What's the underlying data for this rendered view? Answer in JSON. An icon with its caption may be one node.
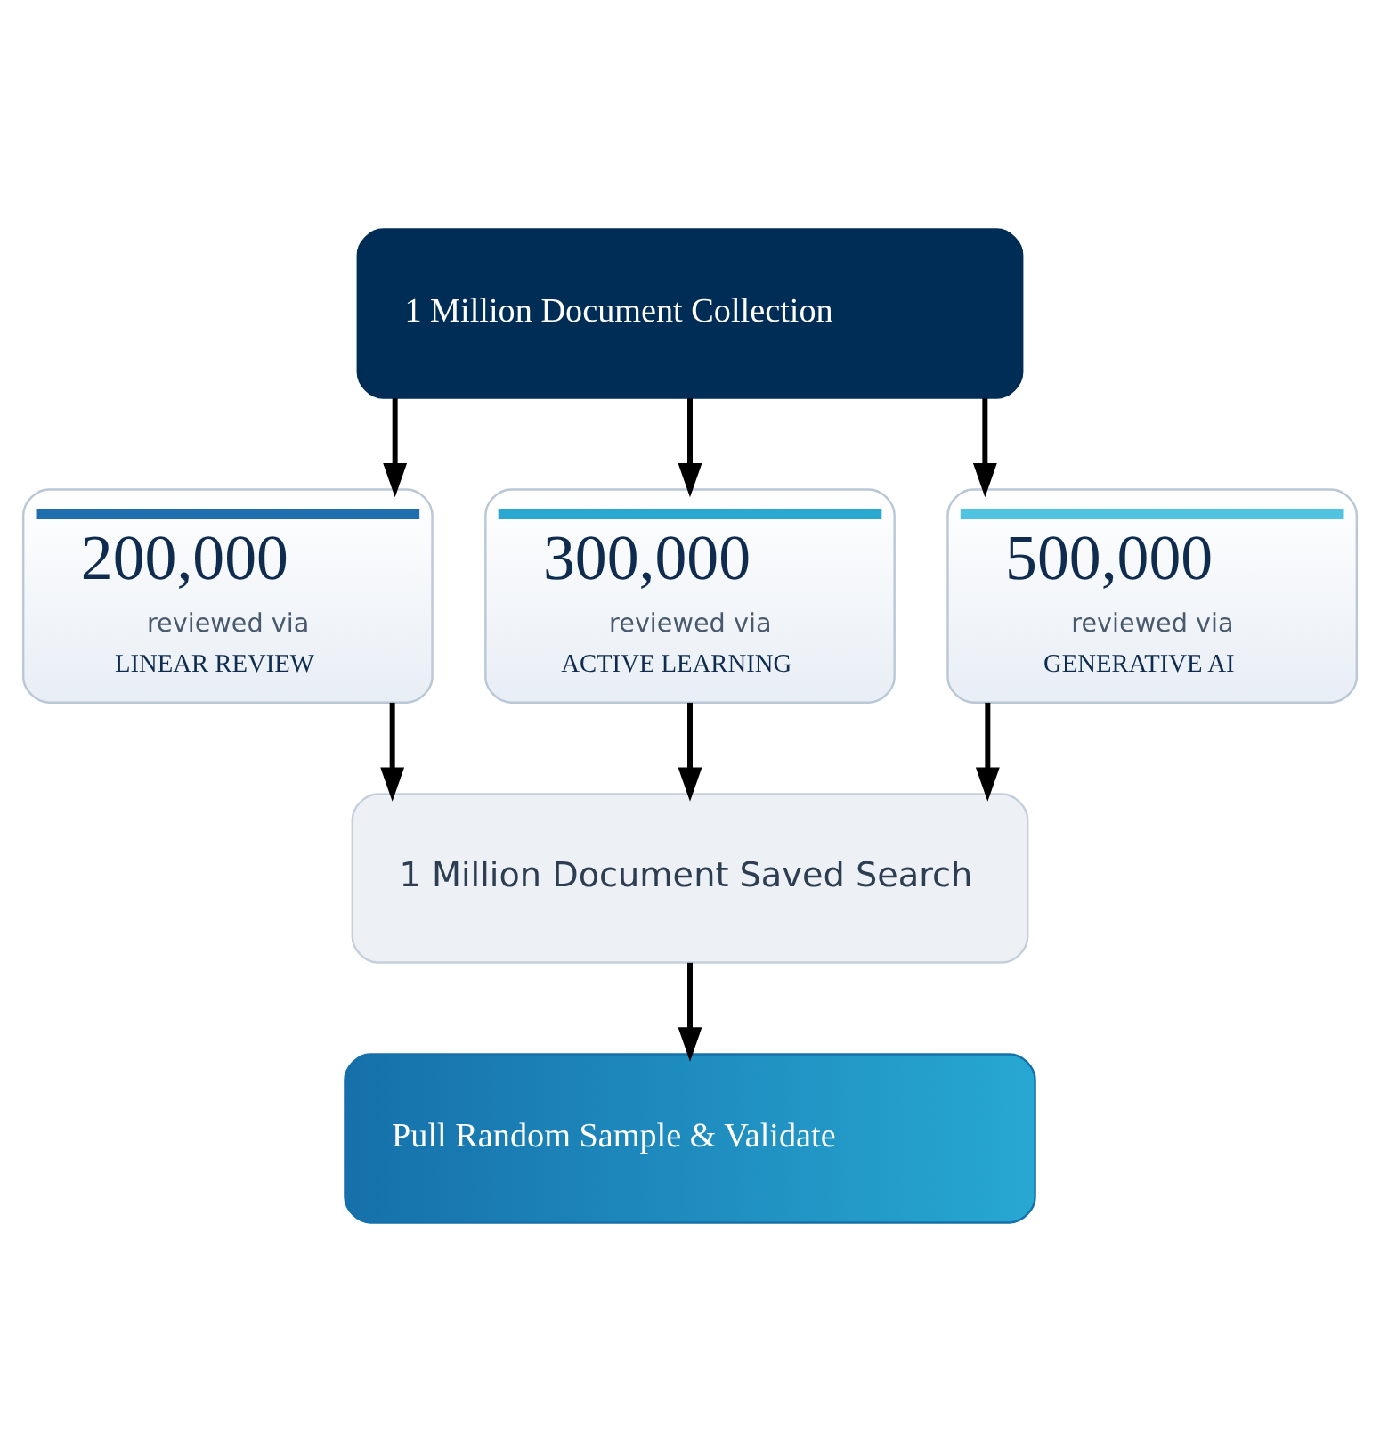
{
  "diagram": {
    "nodes": [
      {
        "text": [
          "1 Million Document Collection"
        ]
      },
      {
        "text": [
          "200,000",
          "reviewed via",
          "LINEAR REVIEW"
        ]
      },
      {
        "text": [
          "300,000",
          "reviewed via",
          "ACTIVE LEARNING"
        ]
      },
      {
        "text": [
          "500,000",
          "reviewed via",
          "GENERATIVE AI"
        ]
      },
      {
        "text": [
          "1 Million Document Saved Search"
        ]
      },
      {
        "text": [
          "Pull Random Sample & Validate"
        ]
      }
    ],
    "edges": [
      {
        "from": 0,
        "to": 1,
        "arrow": "to"
      },
      {
        "from": 0,
        "to": 2,
        "arrow": "to"
      },
      {
        "from": 0,
        "to": 3,
        "arrow": "to"
      },
      {
        "from": 1,
        "to": 4,
        "arrow": "to"
      },
      {
        "from": 2,
        "to": 4,
        "arrow": "to"
      },
      {
        "from": 3,
        "to": 4,
        "arrow": "to"
      },
      {
        "from": 4,
        "to": 5,
        "arrow": "to"
      }
    ]
  }
}
